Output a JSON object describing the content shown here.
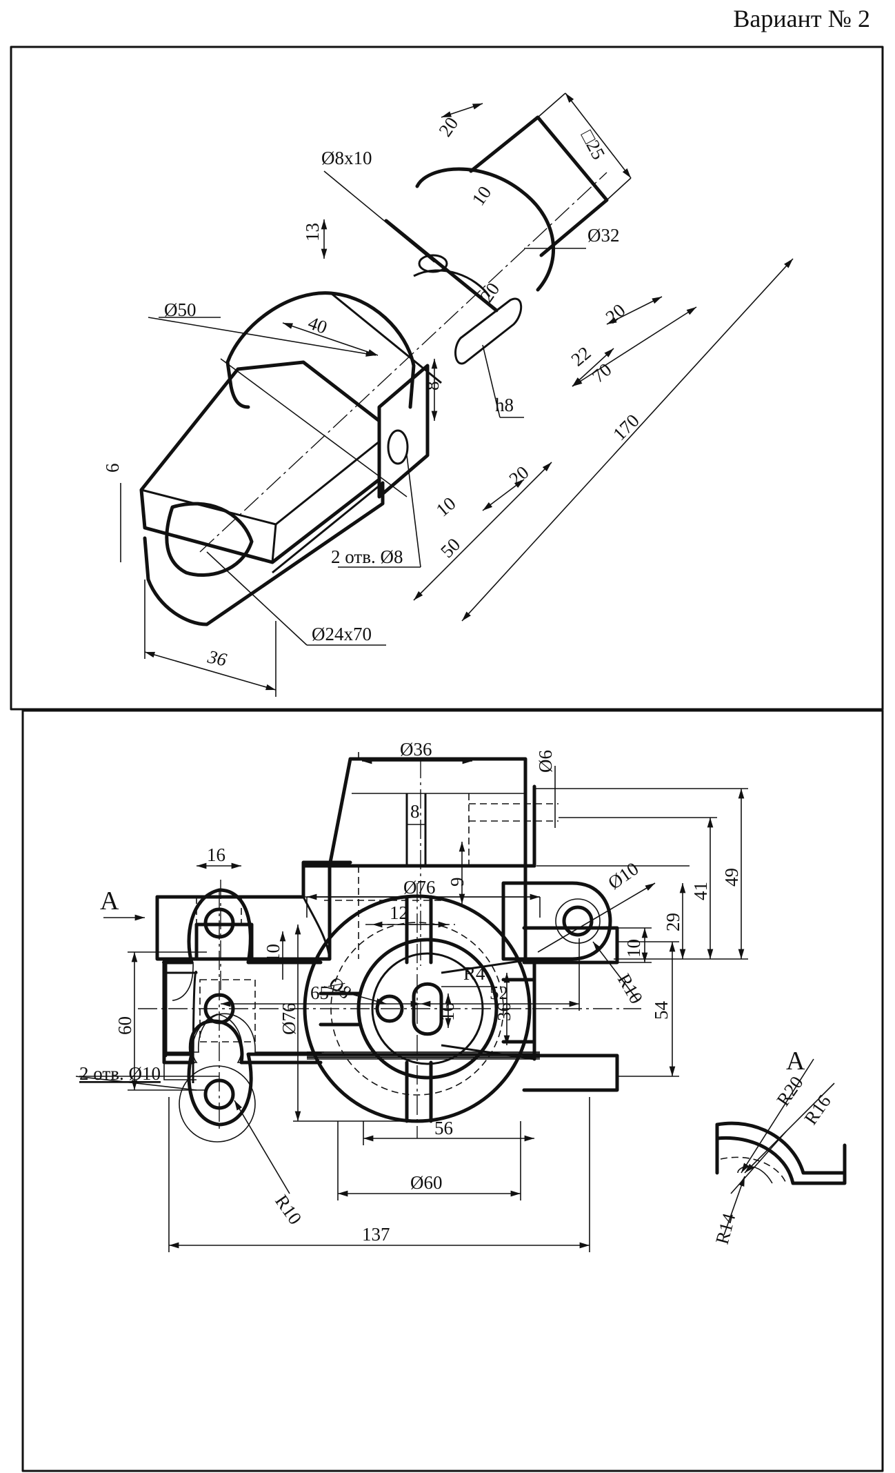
{
  "header": {
    "variant": "Вариант № 2"
  },
  "iso_view": {
    "labels": {
      "square": "□25",
      "d8x10": "Ø8x10",
      "d32": "Ø32",
      "d50": "Ø50",
      "d24x70": "Ø24x70",
      "holes": "2 отв. Ø8",
      "h8": "h8",
      "n20a": "20",
      "n10a": "10",
      "n13": "13",
      "n20b": "20",
      "n40": "40",
      "n20c": "20",
      "n22": "22",
      "n70": "70",
      "n8": "8",
      "n170": "170",
      "n6": "6",
      "n20d": "20",
      "n10b": "10",
      "n50": "50",
      "n36": "36"
    }
  },
  "front_view": {
    "labels": {
      "view_a": "A",
      "d36": "Ø36",
      "d6": "Ø6",
      "n16": "16",
      "n8": "8",
      "n9": "9",
      "n12": "12",
      "n10": "10",
      "n65": "65",
      "n52": "52",
      "d10": "Ø10",
      "r10": "R10",
      "n29": "29",
      "n41": "41",
      "n49": "49"
    }
  },
  "top_view": {
    "labels": {
      "d76_top": "Ø76",
      "holes": "2 отв. Ø10",
      "n60": "60",
      "d76_left": "Ø76",
      "d8": "Ø8",
      "r4": "R4",
      "n16": "16",
      "n36": "36",
      "n10": "10",
      "n54": "54",
      "n56": "56",
      "d60": "Ø60",
      "r10": "R10",
      "n137": "137"
    }
  },
  "view_a": {
    "labels": {
      "title": "A",
      "r20": "R20",
      "r16": "R16",
      "r14": "R14"
    }
  }
}
